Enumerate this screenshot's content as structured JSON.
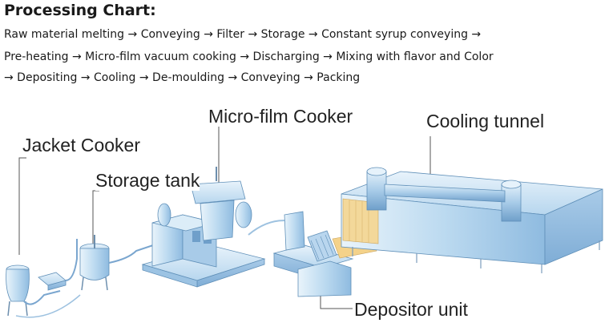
{
  "heading": "Processing Chart:",
  "flow_lines": [
    "Raw material melting → Conveying → Filter → Storage → Constant syrup conveying →",
    "Pre-heating → Micro-film vacuum cooking → Discharging → Mixing with flavor and Color",
    "→ Depositing → Cooling → De-moulding → Conveying → Packing"
  ],
  "labels": {
    "jacket_cooker": "Jacket Cooker",
    "storage_tank": "Storage tank",
    "micro_film_cooker": "Micro-film Cooker",
    "cooling_tunnel": "Cooling tunnel",
    "depositor_unit": "Depositor unit"
  },
  "colors": {
    "equipment_fill": "#cfe6f5",
    "equipment_dark": "#7fb0d6",
    "equipment_outline": "#5f8fb8",
    "tunnel_window": "#f3d89a"
  }
}
